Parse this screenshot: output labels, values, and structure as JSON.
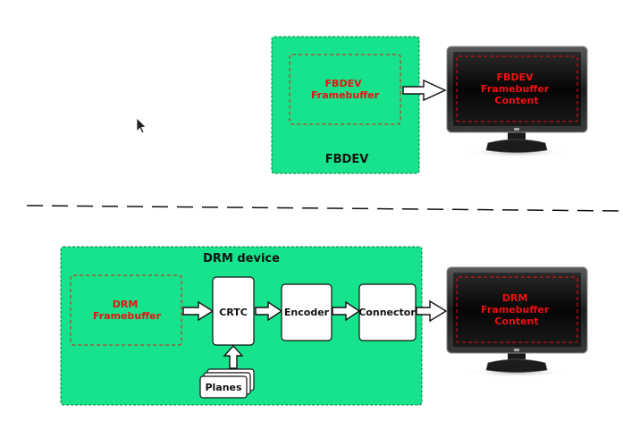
{
  "fbdev": {
    "title": "FBDEV",
    "framebuffer": [
      "FBDEV",
      "Framebuffer"
    ],
    "screen": [
      "FBDEV",
      "Framebuffer",
      "Content"
    ]
  },
  "drm": {
    "title": "DRM device",
    "framebuffer": [
      "DRM",
      "Framebuffer"
    ],
    "crtc": "CRTC",
    "encoder": "Encoder",
    "connector": "Connector",
    "planes": "Planes",
    "screen": [
      "DRM",
      "Framebuffer",
      "Content"
    ]
  },
  "colors": {
    "panel": "#17e38c",
    "panel_border": "#0a7a45",
    "red": "#ee1111",
    "monitor": "#111111"
  }
}
